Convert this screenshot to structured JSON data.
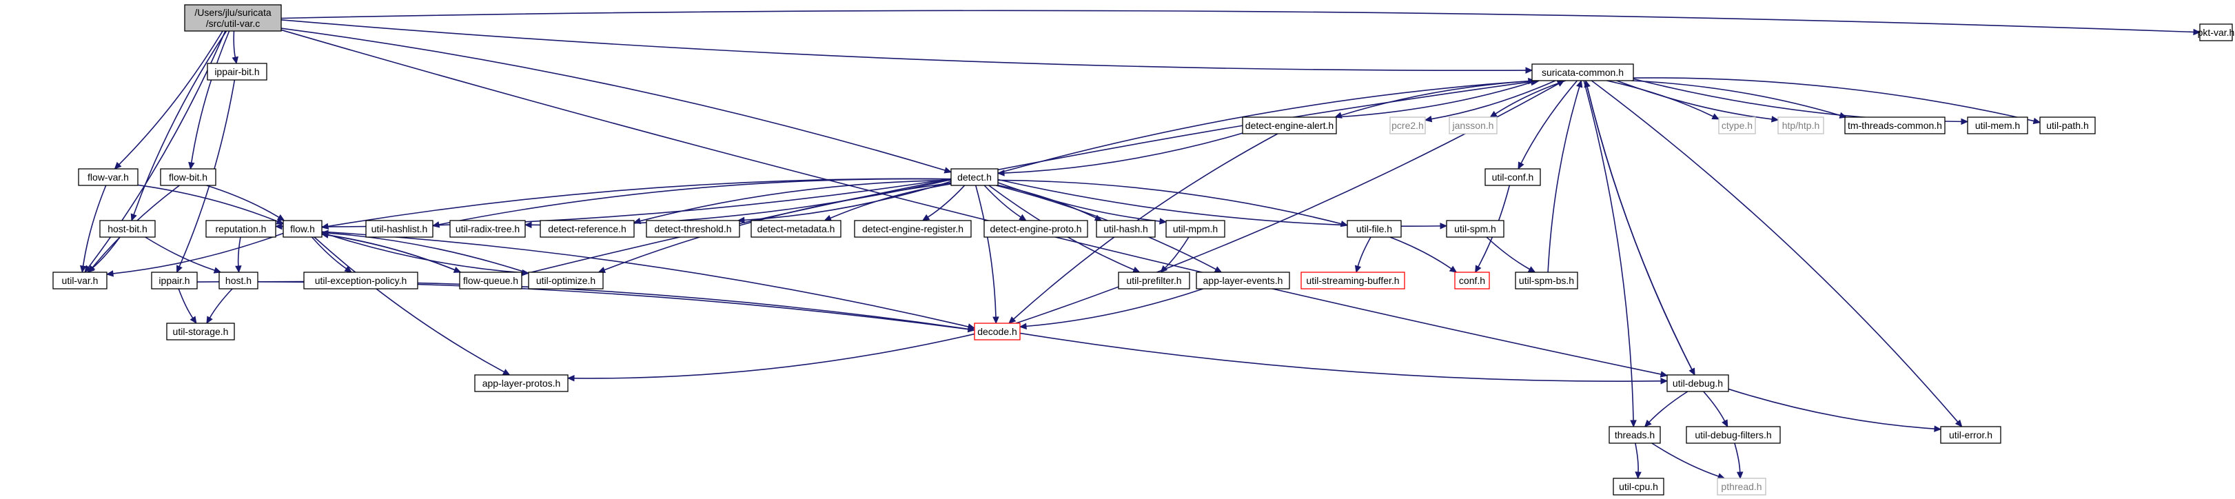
{
  "graph": {
    "nodes": [
      {
        "id": "util-var-c",
        "lines": [
          "/Users/jlu/suricata",
          "/src/util-var.c"
        ],
        "style": "root"
      },
      {
        "id": "ippair-bit-h",
        "lines": [
          "ippair-bit.h"
        ],
        "style": "normal"
      },
      {
        "id": "pkt-var-h",
        "lines": [
          "pkt-var.h"
        ],
        "style": "normal"
      },
      {
        "id": "suricata-common-h",
        "lines": [
          "suricata-common.h"
        ],
        "style": "normal"
      },
      {
        "id": "detect-engine-alert-h",
        "lines": [
          "detect-engine-alert.h"
        ],
        "style": "normal"
      },
      {
        "id": "pcre2-h",
        "lines": [
          "pcre2.h"
        ],
        "style": "grey"
      },
      {
        "id": "jansson-h",
        "lines": [
          "jansson.h"
        ],
        "style": "grey"
      },
      {
        "id": "ctype-h",
        "lines": [
          "ctype.h"
        ],
        "style": "grey"
      },
      {
        "id": "htp-htp-h",
        "lines": [
          "htp/htp.h"
        ],
        "style": "grey"
      },
      {
        "id": "tm-threads-common-h",
        "lines": [
          "tm-threads-common.h"
        ],
        "style": "normal"
      },
      {
        "id": "util-mem-h",
        "lines": [
          "util-mem.h"
        ],
        "style": "normal"
      },
      {
        "id": "util-path-h",
        "lines": [
          "util-path.h"
        ],
        "style": "normal"
      },
      {
        "id": "flow-var-h",
        "lines": [
          "flow-var.h"
        ],
        "style": "normal"
      },
      {
        "id": "flow-bit-h",
        "lines": [
          "flow-bit.h"
        ],
        "style": "normal"
      },
      {
        "id": "detect-h",
        "lines": [
          "detect.h"
        ],
        "style": "normal"
      },
      {
        "id": "util-conf-h",
        "lines": [
          "util-conf.h"
        ],
        "style": "normal"
      },
      {
        "id": "host-bit-h",
        "lines": [
          "host-bit.h"
        ],
        "style": "normal"
      },
      {
        "id": "reputation-h",
        "lines": [
          "reputation.h"
        ],
        "style": "normal"
      },
      {
        "id": "flow-h",
        "lines": [
          "flow.h"
        ],
        "style": "normal"
      },
      {
        "id": "util-hashlist-h",
        "lines": [
          "util-hashlist.h"
        ],
        "style": "normal"
      },
      {
        "id": "util-radix-tree-h",
        "lines": [
          "util-radix-tree.h"
        ],
        "style": "normal"
      },
      {
        "id": "detect-reference-h",
        "lines": [
          "detect-reference.h"
        ],
        "style": "normal"
      },
      {
        "id": "detect-threshold-h",
        "lines": [
          "detect-threshold.h"
        ],
        "style": "normal"
      },
      {
        "id": "detect-metadata-h",
        "lines": [
          "detect-metadata.h"
        ],
        "style": "normal"
      },
      {
        "id": "detect-engine-register-h",
        "lines": [
          "detect-engine-register.h"
        ],
        "style": "normal"
      },
      {
        "id": "detect-engine-proto-h",
        "lines": [
          "detect-engine-proto.h"
        ],
        "style": "normal"
      },
      {
        "id": "util-hash-h",
        "lines": [
          "util-hash.h"
        ],
        "style": "normal"
      },
      {
        "id": "util-mpm-h",
        "lines": [
          "util-mpm.h"
        ],
        "style": "normal"
      },
      {
        "id": "util-file-h",
        "lines": [
          "util-file.h"
        ],
        "style": "normal"
      },
      {
        "id": "util-spm-h",
        "lines": [
          "util-spm.h"
        ],
        "style": "normal"
      },
      {
        "id": "util-var-h",
        "lines": [
          "util-var.h"
        ],
        "style": "normal"
      },
      {
        "id": "ippair-h",
        "lines": [
          "ippair.h"
        ],
        "style": "normal"
      },
      {
        "id": "host-h",
        "lines": [
          "host.h"
        ],
        "style": "normal"
      },
      {
        "id": "util-exception-policy-h",
        "lines": [
          "util-exception-policy.h"
        ],
        "style": "normal"
      },
      {
        "id": "flow-queue-h",
        "lines": [
          "flow-queue.h"
        ],
        "style": "normal"
      },
      {
        "id": "util-optimize-h",
        "lines": [
          "util-optimize.h"
        ],
        "style": "normal"
      },
      {
        "id": "util-prefilter-h",
        "lines": [
          "util-prefilter.h"
        ],
        "style": "normal"
      },
      {
        "id": "app-layer-events-h",
        "lines": [
          "app-layer-events.h"
        ],
        "style": "normal"
      },
      {
        "id": "util-streaming-buffer-h",
        "lines": [
          "util-streaming-buffer.h"
        ],
        "style": "red"
      },
      {
        "id": "conf-h",
        "lines": [
          "conf.h"
        ],
        "style": "red"
      },
      {
        "id": "util-spm-bs-h",
        "lines": [
          "util-spm-bs.h"
        ],
        "style": "normal"
      },
      {
        "id": "util-storage-h",
        "lines": [
          "util-storage.h"
        ],
        "style": "normal"
      },
      {
        "id": "decode-h",
        "lines": [
          "decode.h"
        ],
        "style": "red"
      },
      {
        "id": "app-layer-protos-h",
        "lines": [
          "app-layer-protos.h"
        ],
        "style": "normal"
      },
      {
        "id": "util-debug-h",
        "lines": [
          "util-debug.h"
        ],
        "style": "normal"
      },
      {
        "id": "threads-h",
        "lines": [
          "threads.h"
        ],
        "style": "normal"
      },
      {
        "id": "util-debug-filters-h",
        "lines": [
          "util-debug-filters.h"
        ],
        "style": "normal"
      },
      {
        "id": "util-error-h",
        "lines": [
          "util-error.h"
        ],
        "style": "normal"
      },
      {
        "id": "util-cpu-h",
        "lines": [
          "util-cpu.h"
        ],
        "style": "normal"
      },
      {
        "id": "pthread-h",
        "lines": [
          "pthread.h"
        ],
        "style": "grey"
      }
    ],
    "edges": [
      [
        "util-var-c",
        "ippair-bit-h"
      ],
      [
        "util-var-c",
        "pkt-var-h"
      ],
      [
        "util-var-c",
        "suricata-common-h"
      ],
      [
        "util-var-c",
        "flow-var-h"
      ],
      [
        "util-var-c",
        "flow-bit-h"
      ],
      [
        "util-var-c",
        "detect-h"
      ],
      [
        "util-var-c",
        "host-bit-h"
      ],
      [
        "util-var-c",
        "util-var-h"
      ],
      [
        "util-var-c",
        "util-debug-h"
      ],
      [
        "ippair-bit-h",
        "ippair-h"
      ],
      [
        "suricata-common-h",
        "detect-engine-alert-h"
      ],
      [
        "suricata-common-h",
        "pcre2-h"
      ],
      [
        "suricata-common-h",
        "jansson-h"
      ],
      [
        "suricata-common-h",
        "ctype-h"
      ],
      [
        "suricata-common-h",
        "htp-htp-h"
      ],
      [
        "suricata-common-h",
        "tm-threads-common-h"
      ],
      [
        "suricata-common-h",
        "util-mem-h"
      ],
      [
        "suricata-common-h",
        "util-path-h"
      ],
      [
        "suricata-common-h",
        "util-conf-h"
      ],
      [
        "suricata-common-h",
        "threads-h"
      ],
      [
        "suricata-common-h",
        "util-debug-h"
      ],
      [
        "suricata-common-h",
        "util-error-h"
      ],
      [
        "detect-engine-alert-h",
        "suricata-common-h"
      ],
      [
        "detect-engine-alert-h",
        "detect-h"
      ],
      [
        "detect-engine-alert-h",
        "decode-h"
      ],
      [
        "flow-var-h",
        "flow-h"
      ],
      [
        "flow-var-h",
        "util-var-h"
      ],
      [
        "flow-bit-h",
        "flow-h"
      ],
      [
        "flow-bit-h",
        "util-var-h"
      ],
      [
        "detect-h",
        "suricata-common-h"
      ],
      [
        "detect-h",
        "flow-h"
      ],
      [
        "detect-h",
        "reputation-h"
      ],
      [
        "detect-h",
        "util-hashlist-h"
      ],
      [
        "detect-h",
        "util-radix-tree-h"
      ],
      [
        "detect-h",
        "detect-reference-h"
      ],
      [
        "detect-h",
        "detect-threshold-h"
      ],
      [
        "detect-h",
        "detect-metadata-h"
      ],
      [
        "detect-h",
        "detect-engine-register-h"
      ],
      [
        "detect-h",
        "detect-engine-proto-h"
      ],
      [
        "detect-h",
        "util-hash-h"
      ],
      [
        "detect-h",
        "util-mpm-h"
      ],
      [
        "detect-h",
        "util-file-h"
      ],
      [
        "detect-h",
        "util-spm-h"
      ],
      [
        "detect-h",
        "app-layer-events-h"
      ],
      [
        "detect-h",
        "util-prefilter-h"
      ],
      [
        "detect-h",
        "decode-h"
      ],
      [
        "detect-h",
        "util-optimize-h"
      ],
      [
        "util-conf-h",
        "conf-h"
      ],
      [
        "host-bit-h",
        "host-h"
      ],
      [
        "host-bit-h",
        "util-var-h"
      ],
      [
        "reputation-h",
        "host-h"
      ],
      [
        "flow-h",
        "util-var-h"
      ],
      [
        "flow-h",
        "util-exception-policy-h"
      ],
      [
        "flow-h",
        "flow-queue-h"
      ],
      [
        "flow-h",
        "util-optimize-h"
      ],
      [
        "flow-h",
        "decode-h"
      ],
      [
        "flow-h",
        "app-layer-protos-h"
      ],
      [
        "util-mpm-h",
        "util-prefilter-h"
      ],
      [
        "util-file-h",
        "util-streaming-buffer-h"
      ],
      [
        "util-file-h",
        "conf-h"
      ],
      [
        "util-spm-h",
        "util-spm-bs-h"
      ],
      [
        "util-spm-bs-h",
        "suricata-common-h"
      ],
      [
        "ippair-h",
        "util-storage-h"
      ],
      [
        "ippair-h",
        "decode-h"
      ],
      [
        "host-h",
        "util-storage-h"
      ],
      [
        "host-h",
        "decode-h"
      ],
      [
        "flow-queue-h",
        "flow-h"
      ],
      [
        "flow-queue-h",
        "suricata-common-h"
      ],
      [
        "util-optimize-h",
        "flow-h"
      ],
      [
        "app-layer-events-h",
        "decode-h"
      ],
      [
        "decode-h",
        "suricata-common-h"
      ],
      [
        "decode-h",
        "app-layer-protos-h"
      ],
      [
        "decode-h",
        "util-debug-h"
      ],
      [
        "util-debug-h",
        "suricata-common-h"
      ],
      [
        "util-debug-h",
        "threads-h"
      ],
      [
        "util-debug-h",
        "util-debug-filters-h"
      ],
      [
        "util-debug-h",
        "util-error-h"
      ],
      [
        "threads-h",
        "util-cpu-h"
      ],
      [
        "threads-h",
        "pthread-h"
      ],
      [
        "util-debug-filters-h",
        "pthread-h"
      ]
    ]
  }
}
